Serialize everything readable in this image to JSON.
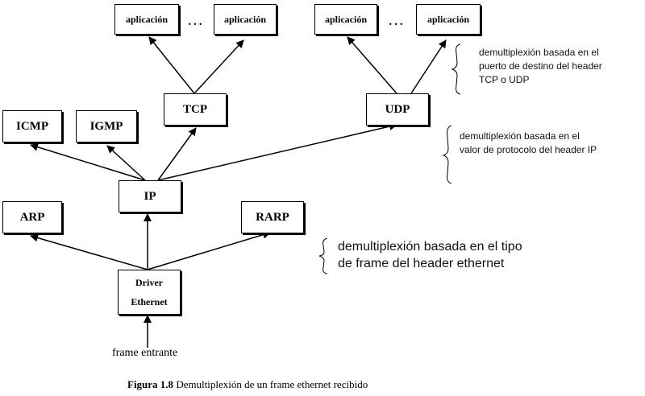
{
  "nodes": {
    "app1": "aplicación",
    "app2": "aplicación",
    "app3": "aplicación",
    "app4": "aplicación",
    "tcp": "TCP",
    "udp": "UDP",
    "icmp": "ICMP",
    "igmp": "IGMP",
    "ip": "IP",
    "arp": "ARP",
    "rarp": "RARP",
    "driver_line1": "Driver",
    "driver_line2": "Ethernet"
  },
  "ellipsis": "…",
  "annotations": {
    "port": {
      "line1": "demultiplexión basada en el",
      "line2": "puerto de destino del header",
      "line3": "TCP o UDP"
    },
    "protocol": {
      "line1": "demultiplexión basada en el",
      "line2": "valor de protocolo del header IP"
    },
    "frame_type": {
      "line1": "demultiplexión basada en el tipo",
      "line2": "de frame del header ethernet"
    }
  },
  "input_label": "frame entrante",
  "caption": {
    "label": "Figura 1.8",
    "text": " Demultiplexión de un frame ethernet recibido"
  }
}
